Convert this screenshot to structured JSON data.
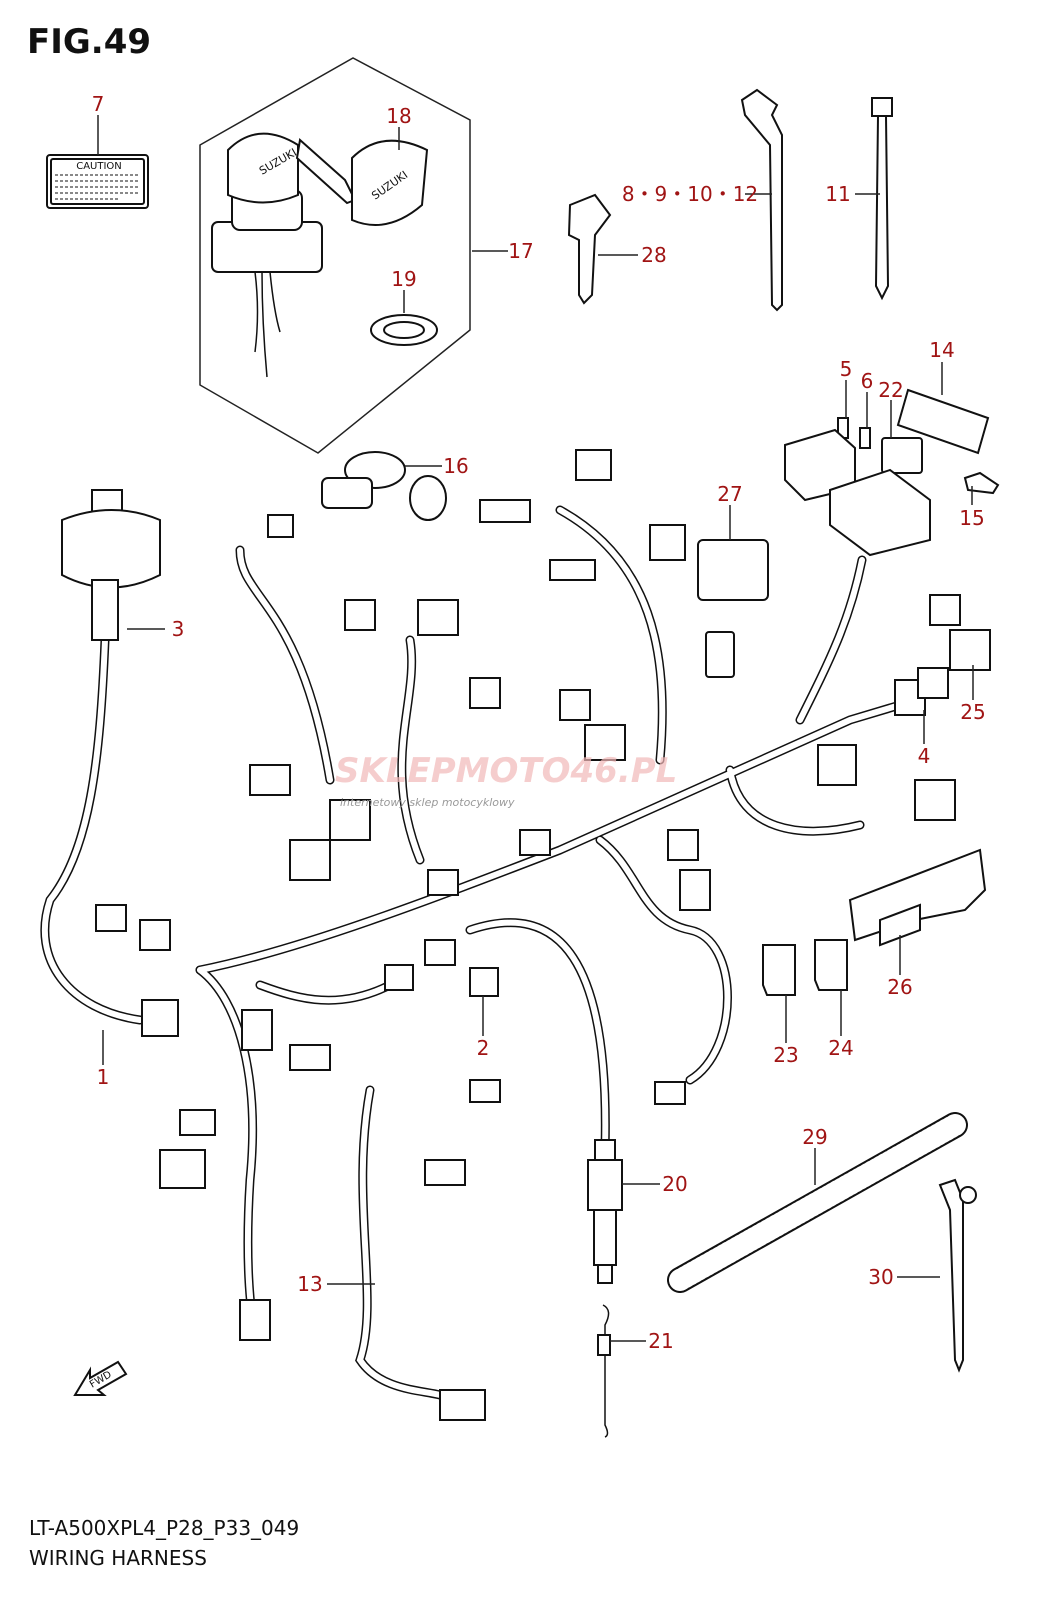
{
  "figure": {
    "title": "FIG.49",
    "model_code": "LT-A500XPL4_P28_P33_049",
    "name": "WIRING HARNESS"
  },
  "caution_label": {
    "text": "CAUTION"
  },
  "ignition_key_text": "SUZUKI",
  "direction_arrow": {
    "text": "FWD"
  },
  "watermark": {
    "brand": "SKLEPMOTO46.PL",
    "tagline": "internetowy sklep motocyklowy"
  },
  "label_color": "#a01414",
  "callouts": {
    "c1": "1",
    "c2": "2",
    "c3": "3",
    "c4": "4",
    "c5": "5",
    "c6": "6",
    "c7": "7",
    "c8": "8・9・10・12",
    "c11": "11",
    "c13": "13",
    "c14": "14",
    "c15": "15",
    "c16": "16",
    "c17": "17",
    "c18": "18",
    "c19": "19",
    "c20": "20",
    "c21": "21",
    "c22": "22",
    "c23": "23",
    "c24": "24",
    "c25": "25",
    "c26": "26",
    "c27": "27",
    "c28": "28",
    "c29": "29",
    "c30": "30"
  }
}
